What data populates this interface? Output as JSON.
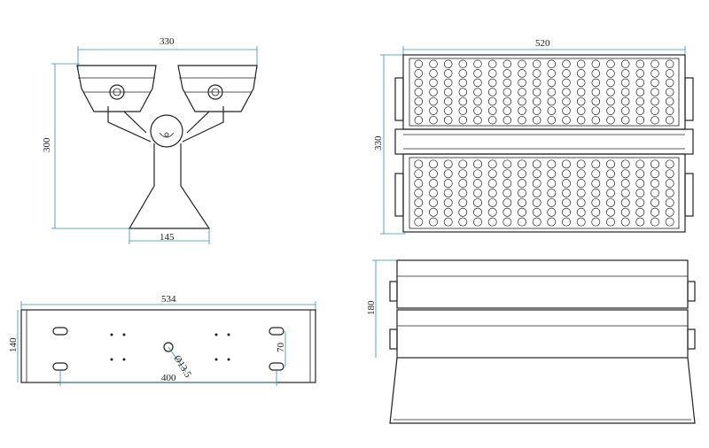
{
  "drawing": {
    "side_view": {
      "width_label": "330",
      "height_label": "300",
      "base_label": "145"
    },
    "front_view": {
      "width_label": "520",
      "height_label": "330",
      "led_rows_per_panel": 7,
      "led_cols": 18
    },
    "bracket_view": {
      "width_label": "534",
      "height_label": "140",
      "hole_spacing_label": "400",
      "slot_spacing_label": "70",
      "hole_diameter_label": "Ø13.5"
    },
    "top_view": {
      "height_label": "180"
    }
  }
}
